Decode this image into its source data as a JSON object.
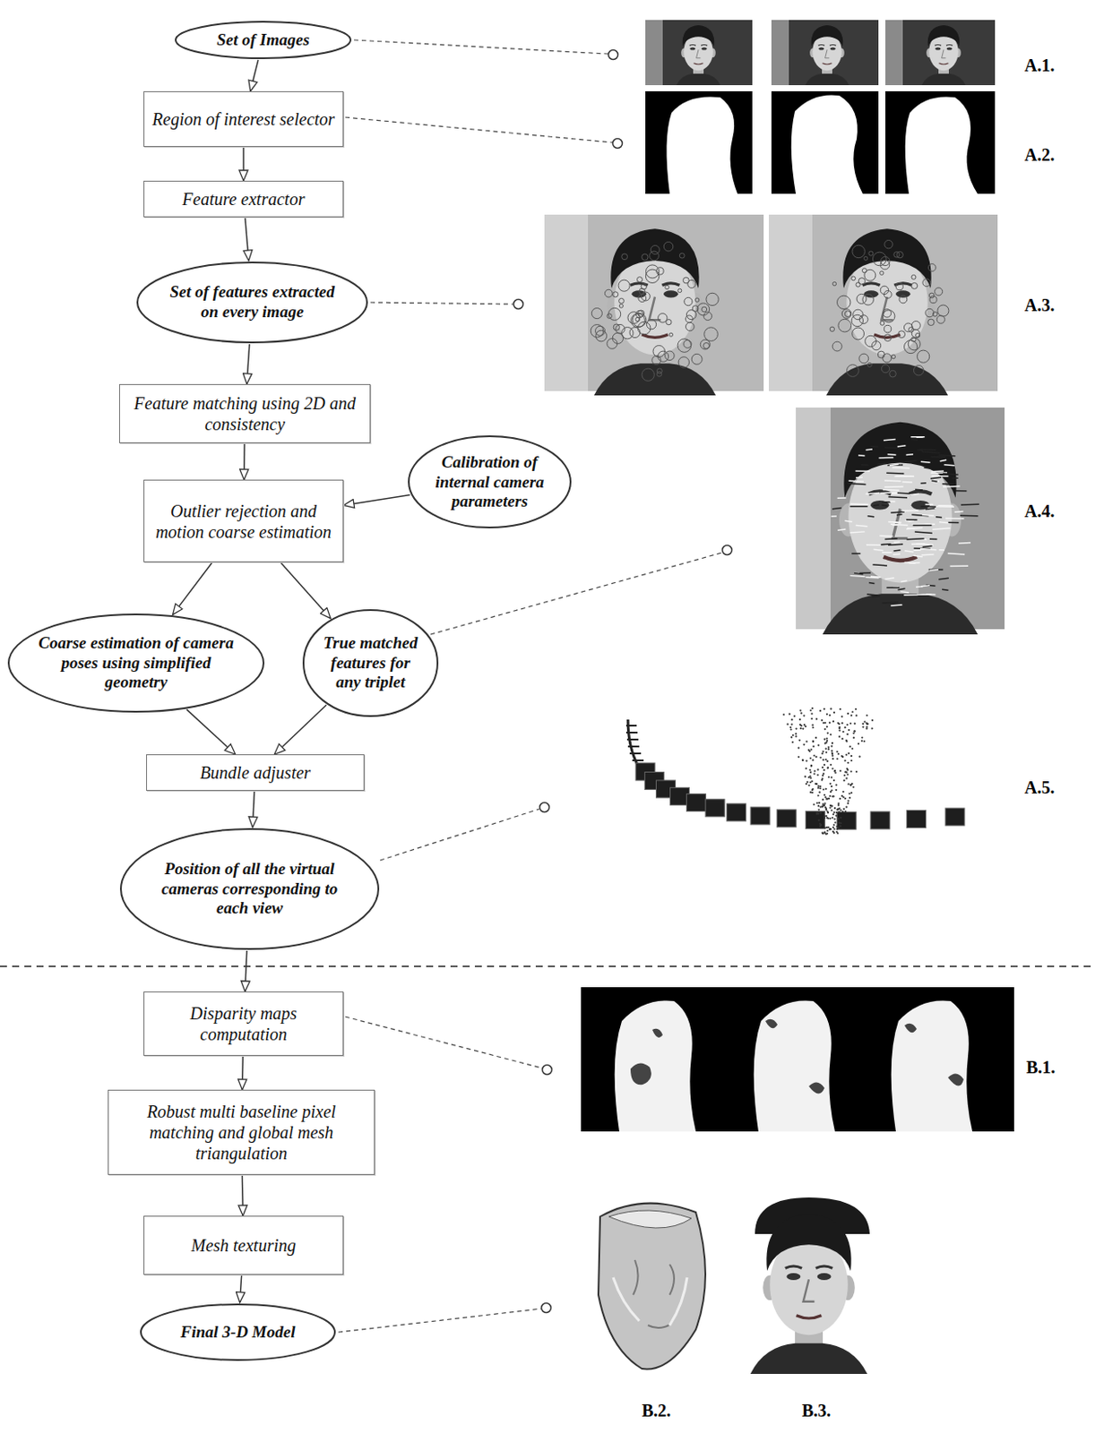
{
  "diagram": {
    "nodes": [
      {
        "text": [
          "Set of Images"
        ]
      },
      {
        "text": [
          "Region of interest selector"
        ]
      },
      {
        "text": [
          "Feature extractor"
        ]
      },
      {
        "text": [
          "Set of features extracted on every image"
        ]
      },
      {
        "text": [
          "Feature matching using 2D and consistency"
        ]
      },
      {
        "text": [
          "Calibration of internal camera parameters"
        ]
      },
      {
        "text": [
          "Outlier rejection and motion coarse estimation"
        ]
      },
      {
        "text": [
          "Coarse estimation of camera poses using simplified geometry"
        ]
      },
      {
        "text": [
          "True matched features for any triplet"
        ]
      },
      {
        "text": [
          "Bundle adjuster"
        ]
      },
      {
        "text": [
          "Position of all the virtual cameras corresponding to each view"
        ]
      },
      {
        "text": [
          "Disparity maps computation"
        ]
      },
      {
        "text": [
          "Robust multi baseline pixel matching and global mesh triangulation"
        ]
      },
      {
        "text": [
          "Mesh texturing"
        ]
      },
      {
        "text": [
          "Final 3-D Model"
        ]
      }
    ],
    "edges": [
      {
        "from": 0,
        "to": 1,
        "arrow": "to"
      },
      {
        "from": 1,
        "to": 2,
        "arrow": "to"
      },
      {
        "from": 2,
        "to": 3,
        "arrow": "to"
      },
      {
        "from": 3,
        "to": 4,
        "arrow": "to"
      },
      {
        "from": 4,
        "to": 6,
        "arrow": "to"
      },
      {
        "from": 5,
        "to": 6,
        "arrow": "to"
      },
      {
        "from": 6,
        "to": 7,
        "arrow": "to"
      },
      {
        "from": 6,
        "to": 8,
        "arrow": "to"
      },
      {
        "from": 7,
        "to": 9,
        "arrow": "to"
      },
      {
        "from": 8,
        "to": 9,
        "arrow": "to"
      },
      {
        "from": 9,
        "to": 10,
        "arrow": "to"
      },
      {
        "from": 10,
        "to": 11,
        "arrow": "to"
      },
      {
        "from": 11,
        "to": 12,
        "arrow": "to"
      },
      {
        "from": 12,
        "to": 13,
        "arrow": "to"
      },
      {
        "from": 13,
        "to": 14,
        "arrow": "to"
      }
    ],
    "labels": [
      "A.1.",
      "A.2.",
      "A.3.",
      "A.4.",
      "A.5.",
      "B.1.",
      "B.2.",
      "B.3."
    ]
  }
}
